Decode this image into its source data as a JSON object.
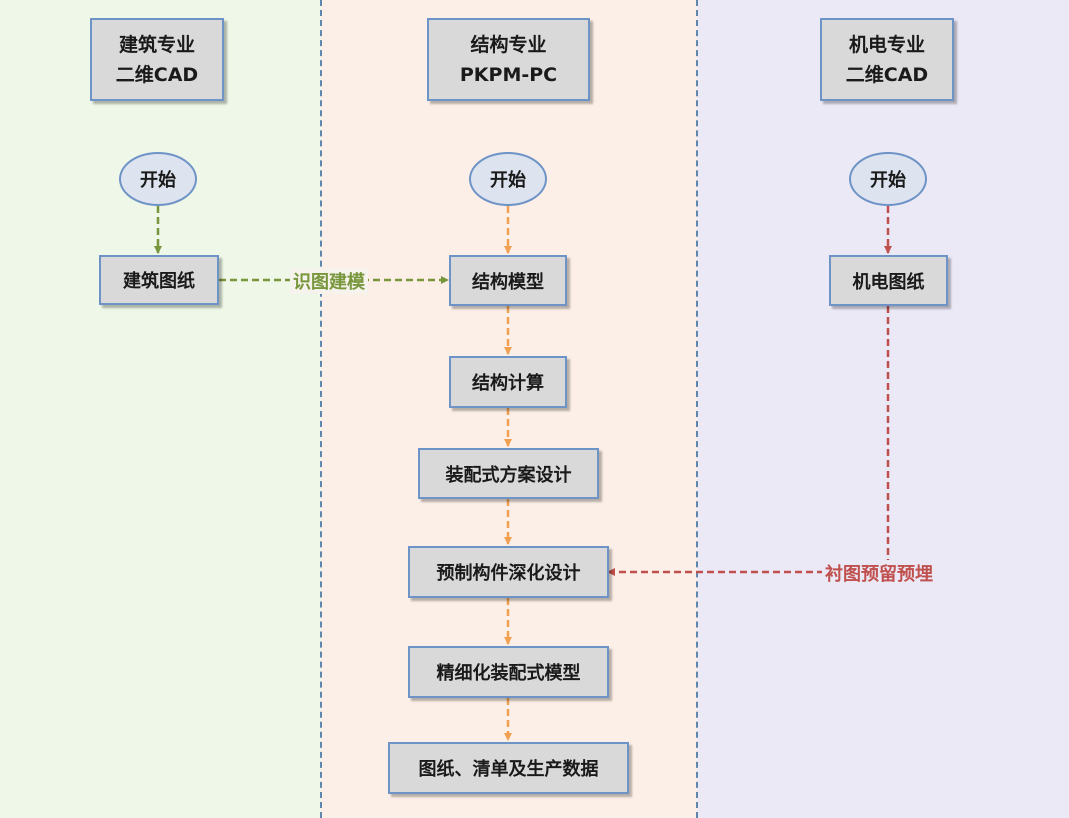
{
  "headers": {
    "architecture": "建筑专业\n二维CAD",
    "structure": "结构专业\nPKPM-PC",
    "mep": "机电专业\n二维CAD"
  },
  "start_label": "开始",
  "nodes": {
    "arch_drawing": "建筑图纸",
    "struct_model": "结构模型",
    "struct_calc": "结构计算",
    "prefab_scheme": "装配式方案设计",
    "component_design": "预制构件深化设计",
    "refined_model": "精细化装配式模型",
    "output": "图纸、清单及生产数据",
    "mep_drawing": "机电图纸"
  },
  "edge_labels": {
    "recognize_model": "识图建模",
    "embed_reserve": "衬图预留预埋"
  },
  "colors": {
    "arch_flow": "#78963c",
    "struct_flow": "#f0a050",
    "mep_flow": "#c0504d"
  }
}
